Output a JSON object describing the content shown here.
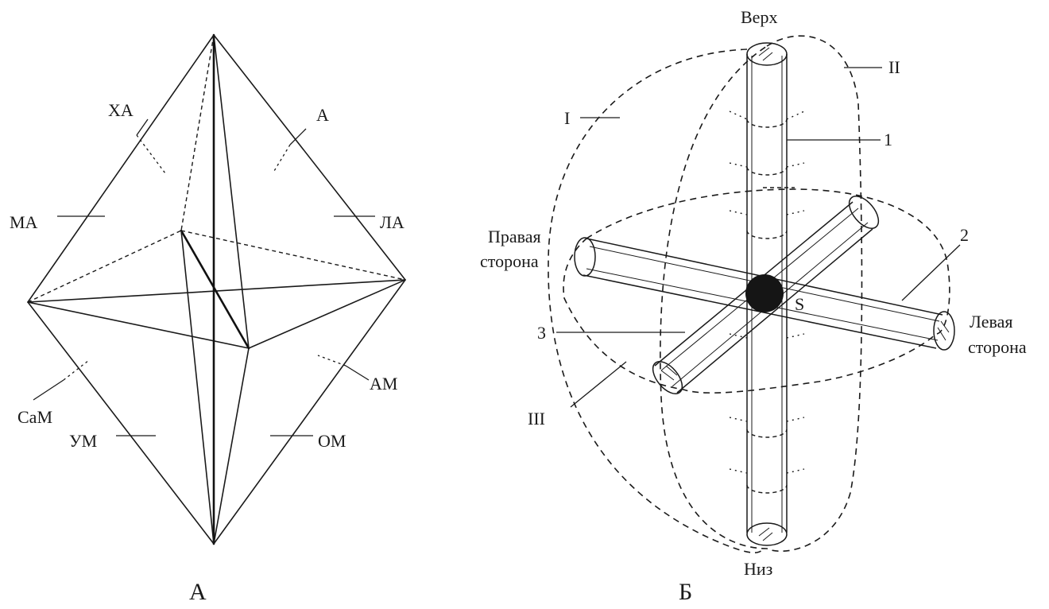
{
  "panel_a": {
    "caption": "А",
    "labels": {
      "xa": "ХА",
      "a": "А",
      "ma": "МА",
      "la": "ЛА",
      "cam": "СаМ",
      "am": "АМ",
      "um": "УМ",
      "om": "ОМ"
    }
  },
  "panel_b": {
    "caption": "Б",
    "labels": {
      "top": "Верх",
      "bottom": "Низ",
      "right_side_line1": "Правая",
      "right_side_line2": "сторона",
      "left_side_line1": "Левая",
      "left_side_line2": "сторона",
      "center": "S",
      "n1": "1",
      "n2": "2",
      "n3": "3",
      "r1": "I",
      "r2": "II",
      "r3": "III"
    }
  }
}
